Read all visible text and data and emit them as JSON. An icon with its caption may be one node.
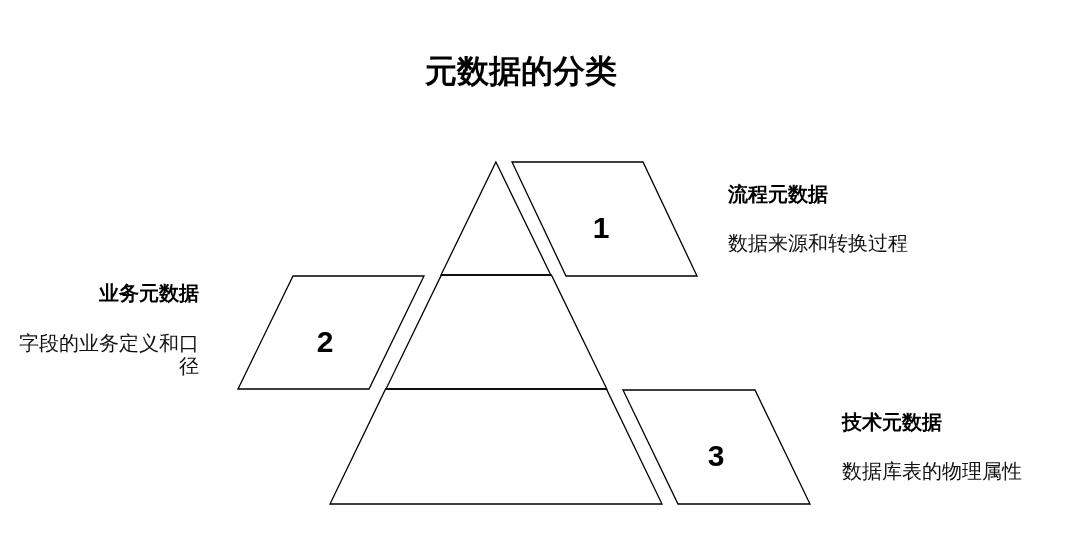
{
  "diagram": {
    "title": "元数据的分类",
    "nodes": [
      {
        "text": [
          "1"
        ],
        "beside": [
          "流程元数据",
          "数据来源和转换过程"
        ]
      },
      {
        "text": [
          "2"
        ],
        "beside": [
          "业务元数据",
          "字段的业务定义和口径"
        ]
      },
      {
        "text": [
          "3"
        ],
        "beside": [
          "技术元数据",
          "数据库表的物理属性"
        ]
      },
      {
        "text": [],
        "shape": "triangle"
      },
      {
        "text": [],
        "shape": "trapezoid"
      },
      {
        "text": [],
        "shape": "trapezoid"
      }
    ]
  }
}
